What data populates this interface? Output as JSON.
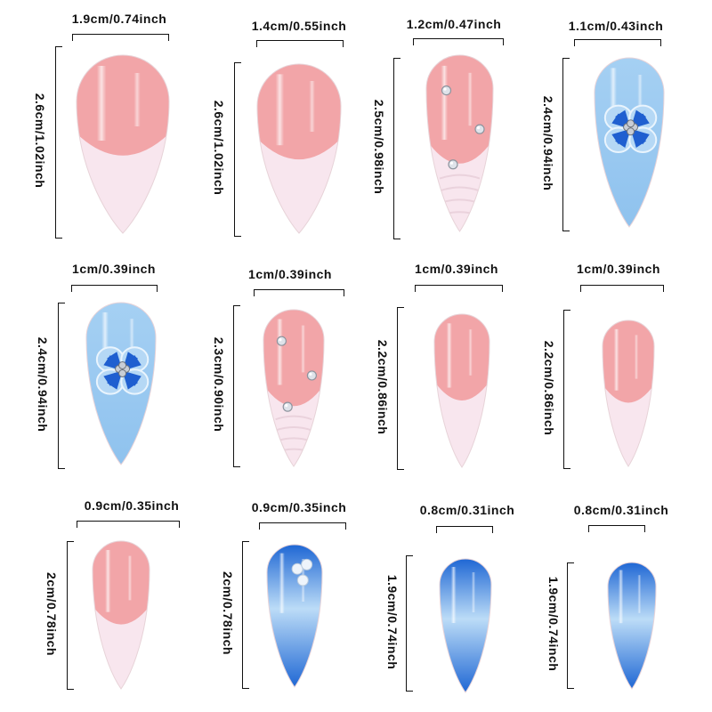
{
  "nails": [
    {
      "width_label": "1.9cm/0.74inch",
      "height_label": "2.6cm/1.02inch",
      "style": "pink-french"
    },
    {
      "width_label": "1.4cm/0.55inch",
      "height_label": "2.6cm/1.02inch",
      "style": "pink-french"
    },
    {
      "width_label": "1.2cm/0.47inch",
      "height_label": "2.5cm/0.98inch",
      "style": "pink-rhinestone"
    },
    {
      "width_label": "1.1cm/0.43inch",
      "height_label": "2.4cm/0.94inch",
      "style": "blue-flower"
    },
    {
      "width_label": "1cm/0.39inch",
      "height_label": "2.4cm/0.94inch",
      "style": "blue-flower"
    },
    {
      "width_label": "1cm/0.39inch",
      "height_label": "2.3cm/0.90inch",
      "style": "pink-rhinestone"
    },
    {
      "width_label": "1cm/0.39inch",
      "height_label": "2.2cm/0.86inch",
      "style": "pink-french"
    },
    {
      "width_label": "1cm/0.39inch",
      "height_label": "2.2cm/0.86inch",
      "style": "pink-french"
    },
    {
      "width_label": "0.9cm/0.35inch",
      "height_label": "2cm/0.78inch",
      "style": "pink-french"
    },
    {
      "width_label": "0.9cm/0.35inch",
      "height_label": "2cm/0.78inch",
      "style": "blue-gradient-pearl"
    },
    {
      "width_label": "0.8cm/0.31inch",
      "height_label": "1.9cm/0.74inch",
      "style": "blue-gradient"
    },
    {
      "width_label": "0.8cm/0.31inch",
      "height_label": "1.9cm/0.74inch",
      "style": "blue-gradient"
    }
  ],
  "colors": {
    "pink": "#f2a5a8",
    "pink_light": "#f7c6c6",
    "tip": "#f8e6ee",
    "blue": "#8fc2ee",
    "blue_deep": "#1f67d4",
    "flower": "#1f5fd0",
    "line": "#111111"
  }
}
